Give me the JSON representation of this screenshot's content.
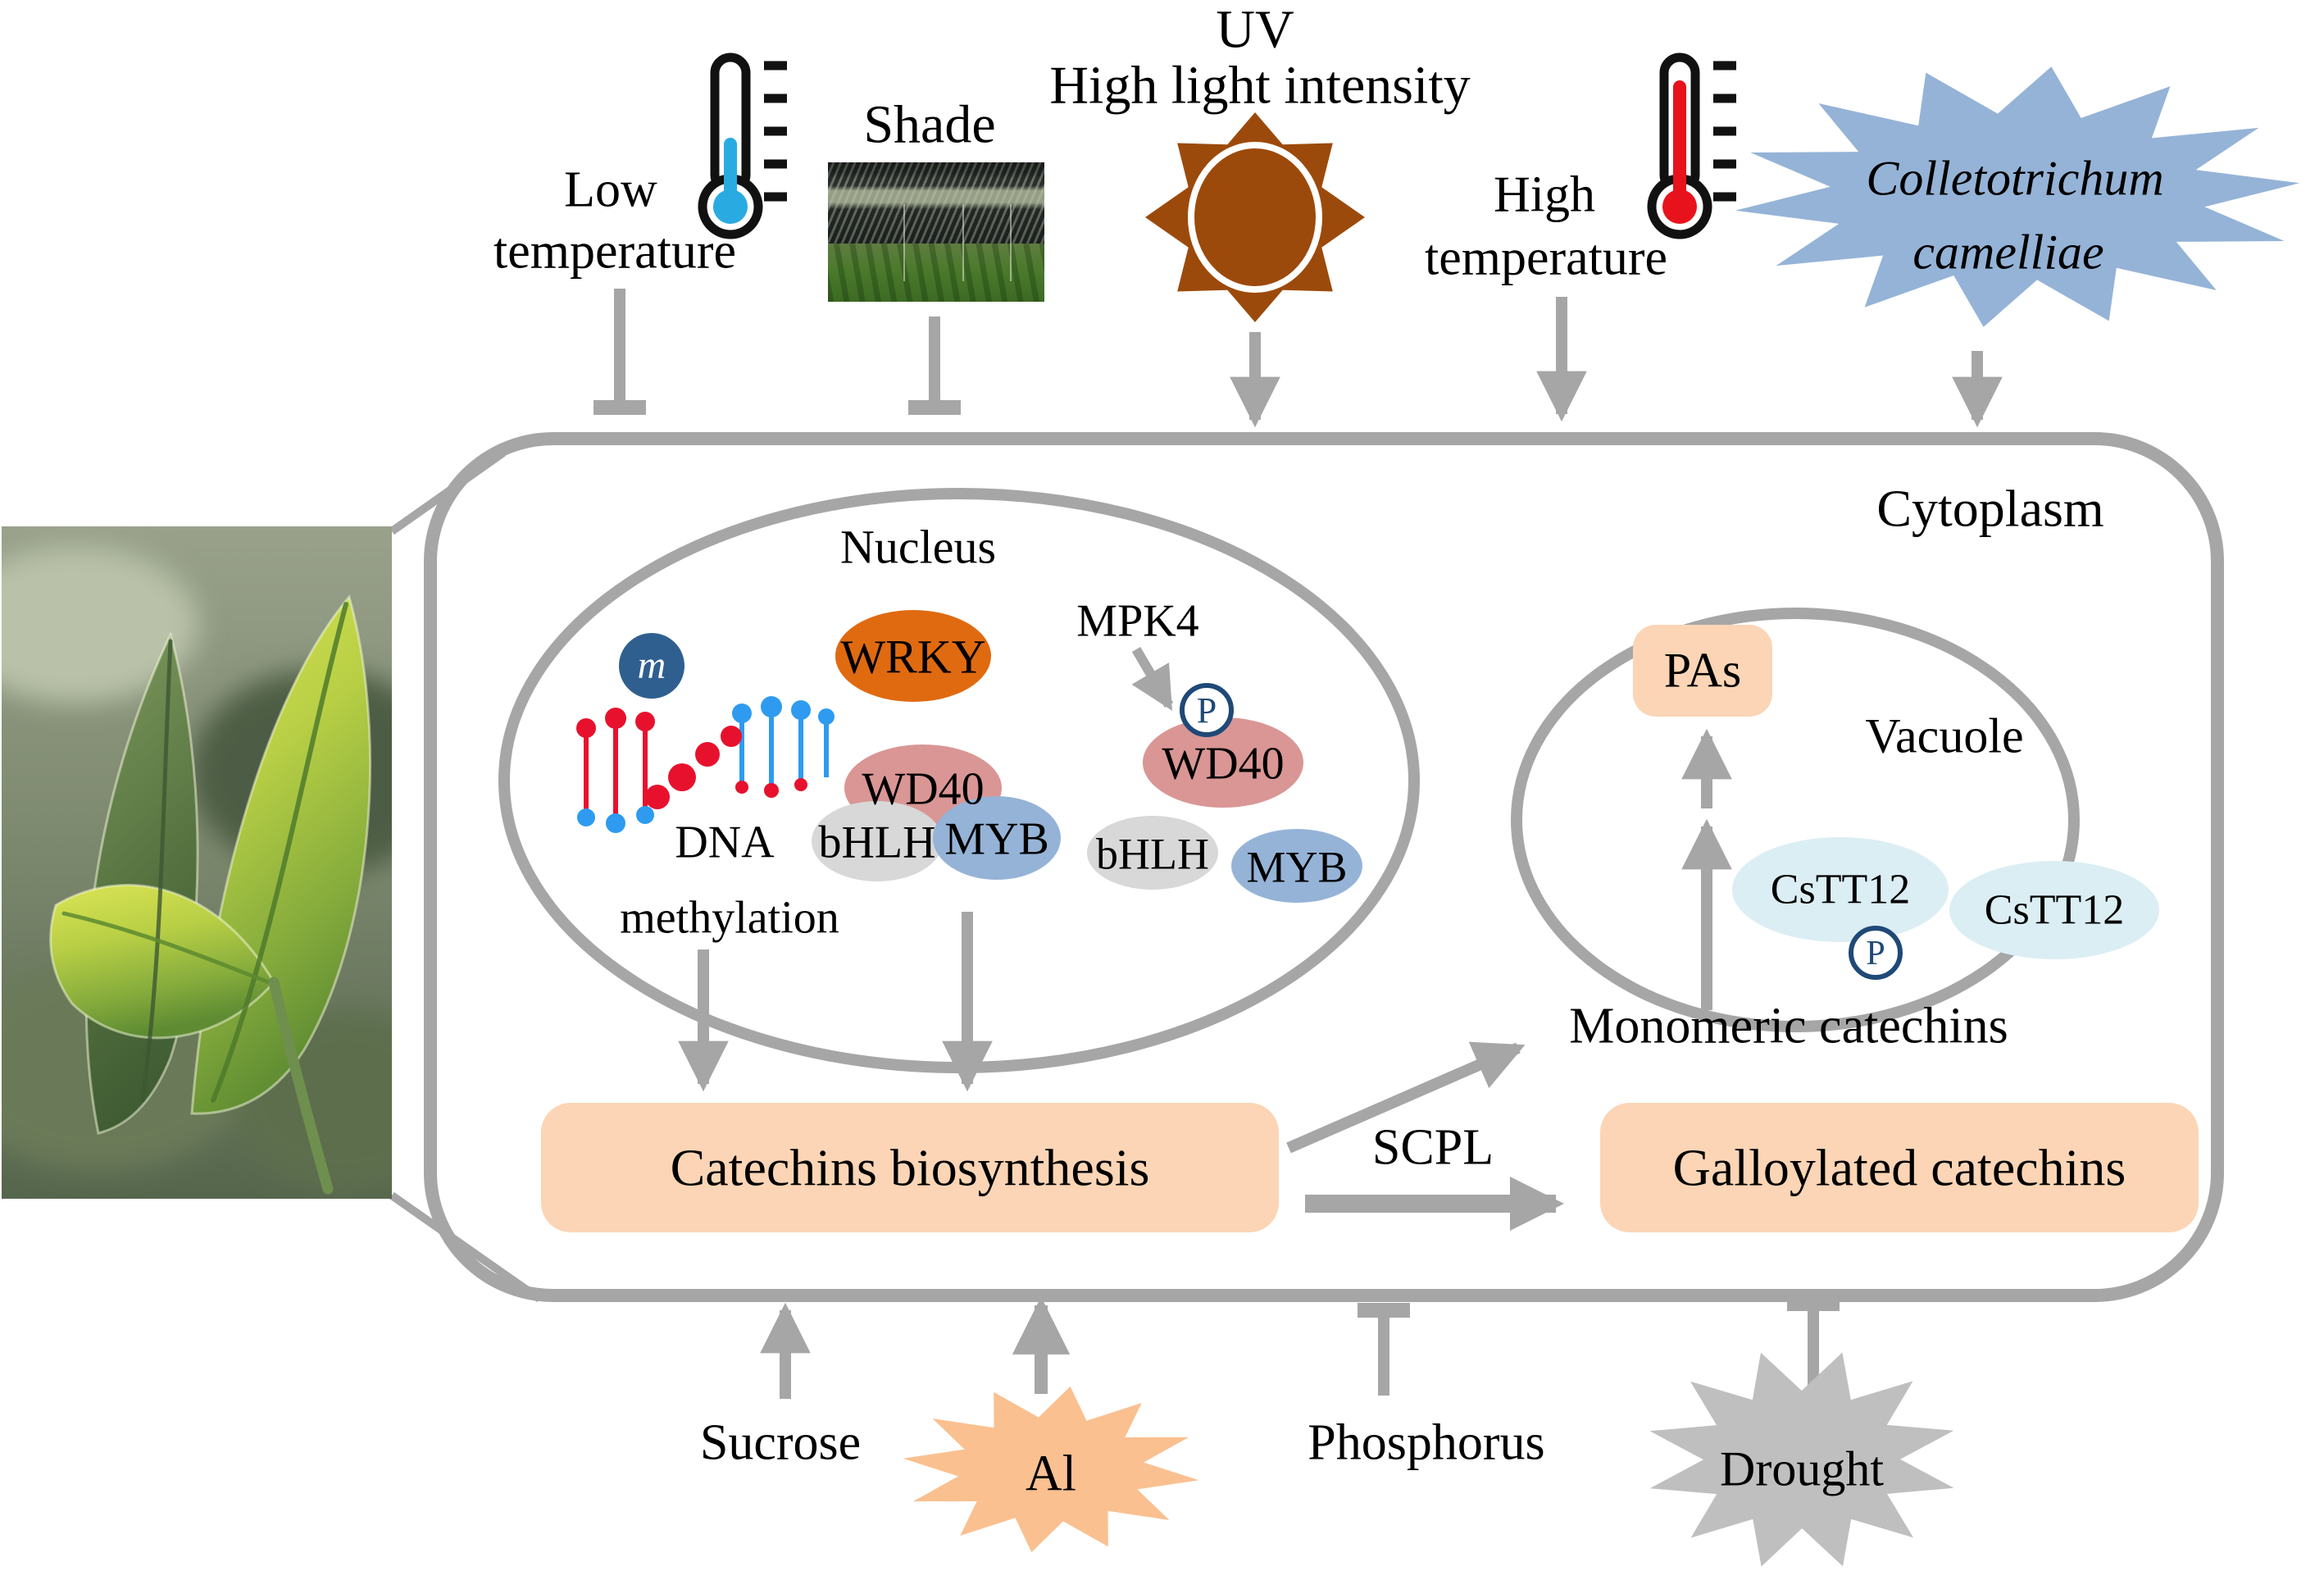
{
  "top": {
    "uv": "UV",
    "high_light": "High light intensity",
    "low_l1": "Low",
    "low_l2": "temperature",
    "shade": "Shade",
    "high_l1": "High",
    "high_l2": "temperature",
    "pathogen_l1": "Colletotrichum",
    "pathogen_l2": "camelliae"
  },
  "cell": {
    "cytoplasm": "Cytoplasm",
    "nucleus": {
      "label": "Nucleus",
      "methyl_m": "m",
      "dna_l1": "DNA",
      "dna_l2": "methylation",
      "wrky": "WRKY",
      "mpk4": "MPK4",
      "phospho": "P",
      "complex1": {
        "wd40": "WD40",
        "bhlh": "bHLH",
        "myb": "MYB"
      },
      "complex2": {
        "wd40": "WD40",
        "bhlh": "bHLH",
        "myb": "MYB"
      }
    },
    "vacuole": {
      "label": "Vacuole",
      "pas": "PAs",
      "cstt12_membrane": "CsTT12",
      "phospho": "P",
      "cstt12_free": "CsTT12"
    },
    "monomeric": "Monomeric catechins",
    "catechins_box": "Catechins biosynthesis",
    "scpl": "SCPL",
    "galloylated_box": "Galloylated catechins"
  },
  "bottom": {
    "sucrose": "Sucrose",
    "al": "Al",
    "phosphorus": "Phosphorus",
    "drought": "Drought"
  },
  "colors": {
    "line_gray": "#A6A6A6",
    "wrky_orange": "#E06A10",
    "wd40_rose": "#D99694",
    "bhlh_gray": "#D8D8D8",
    "myb_blue": "#95B3D7",
    "cstt12_pale_blue": "#DBEEF4",
    "box_peach": "#FBD5B5",
    "al_peach": "#FAC090",
    "drought_gray": "#BFBFBF",
    "pathogen_blue": "#95B3D7",
    "sun_brown": "#9C4A0B",
    "cold_blue": "#29ABE2",
    "hot_red": "#E8121C",
    "p_navy": "#1F4977",
    "m_navy": "#2F5F8F",
    "dna_red": "#E8112D",
    "dna_blue": "#2E9BF0"
  }
}
